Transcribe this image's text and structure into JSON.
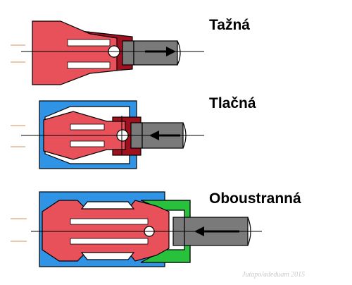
{
  "labels": {
    "pull": "Tažná",
    "push": "Tlačná",
    "double": "Oboustranná"
  },
  "watermark": "Jutapo/adeduam 2015",
  "colors": {
    "red": "#e8505a",
    "dark_red": "#a0101e",
    "blue": "#2f93e6",
    "green": "#27c13b",
    "gray": "#7a7a7a",
    "tan": "#d4925a",
    "outline": "#000000"
  }
}
